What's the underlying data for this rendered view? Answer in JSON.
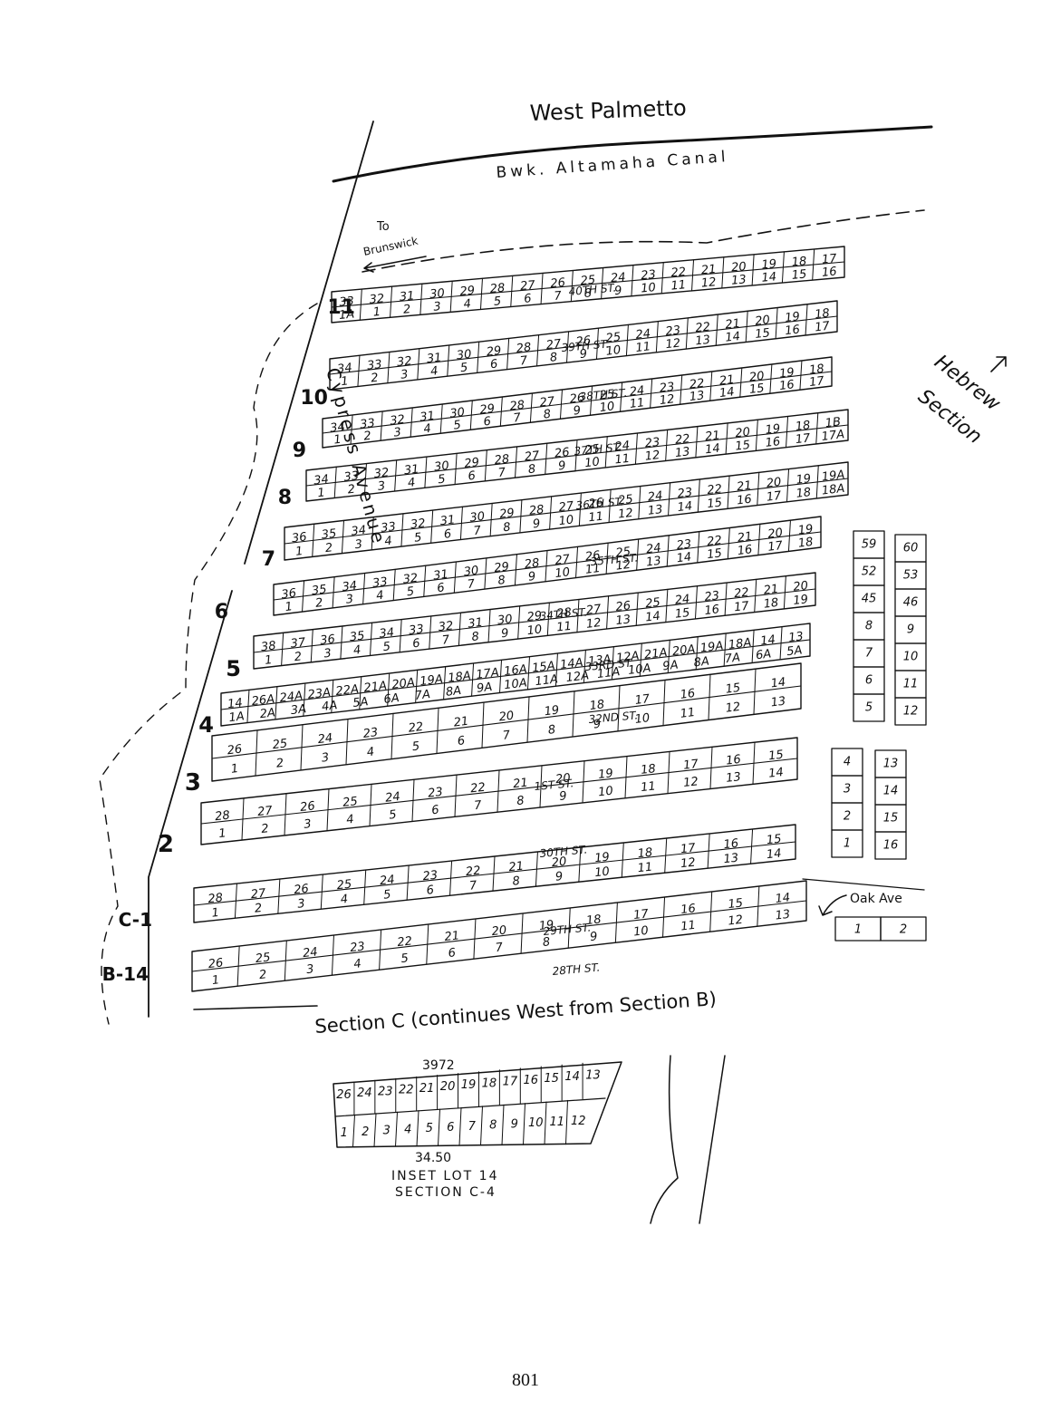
{
  "labels": {
    "top_road": "West Palmetto",
    "canal": "Bwk. Altamaha Canal",
    "to_brunswick": "To",
    "brunswick": "Brunswick",
    "hebrew_line1": "Hebrew",
    "hebrew_line2": "Section",
    "avenue": "Cypress Avenue",
    "oak_ave": "Oak Ave",
    "section_caption": "Section C (continues West from Section B)",
    "inset_top_number": "3972",
    "inset_bottom_number": "34.50",
    "inset_line1": "INSET LOT 14",
    "inset_line2": "SECTION C-4",
    "page_number": "801"
  },
  "streets": [
    {
      "id": "40th",
      "label": "40TH ST."
    },
    {
      "id": "39th",
      "label": "39TH ST."
    },
    {
      "id": "38th",
      "label": "38TH ST."
    },
    {
      "id": "37th",
      "label": "37TH ST."
    },
    {
      "id": "36th",
      "label": "36TH ST."
    },
    {
      "id": "35th",
      "label": "35TH ST."
    },
    {
      "id": "34th",
      "label": "34TH ST."
    },
    {
      "id": "33rd",
      "label": "33RD ST."
    },
    {
      "id": "32nd",
      "label": "32ND ST."
    },
    {
      "id": "31st",
      "label": "1ST ST."
    },
    {
      "id": "30th",
      "label": "30TH ST."
    },
    {
      "id": "29th",
      "label": "29TH ST."
    },
    {
      "id": "28th",
      "label": "28TH ST."
    }
  ],
  "rows": [
    {
      "label": "11",
      "section": "C-11",
      "top": [
        "33",
        "32",
        "31",
        "30",
        "29",
        "28",
        "27",
        "26",
        "25",
        "24",
        "23",
        "22",
        "21",
        "20",
        "19",
        "18",
        "17"
      ],
      "bottom": [
        "1A",
        "1",
        "2",
        "3",
        "4",
        "5",
        "6",
        "7",
        "8",
        "9",
        "10",
        "11",
        "12",
        "13",
        "14",
        "15",
        "16"
      ]
    },
    {
      "label": "10",
      "section": "C-10",
      "top": [
        "34",
        "33",
        "32",
        "31",
        "30",
        "29",
        "28",
        "27",
        "26",
        "25",
        "24",
        "23",
        "22",
        "21",
        "20",
        "19",
        "18"
      ],
      "bottom": [
        "1",
        "2",
        "3",
        "4",
        "5",
        "6",
        "7",
        "8",
        "9",
        "10",
        "11",
        "12",
        "13",
        "14",
        "15",
        "16",
        "17"
      ]
    },
    {
      "label": "9",
      "section": "C-9",
      "top": [
        "34",
        "33",
        "32",
        "31",
        "30",
        "29",
        "28",
        "27",
        "26",
        "25",
        "24",
        "23",
        "22",
        "21",
        "20",
        "19",
        "18"
      ],
      "bottom": [
        "1",
        "2",
        "3",
        "4",
        "5",
        "6",
        "7",
        "8",
        "9",
        "10",
        "11",
        "12",
        "13",
        "14",
        "15",
        "16",
        "17"
      ]
    },
    {
      "label": "8",
      "section": "C-8",
      "top": [
        "34",
        "33",
        "32",
        "31",
        "30",
        "29",
        "28",
        "27",
        "26",
        "25",
        "24",
        "23",
        "22",
        "21",
        "20",
        "19",
        "18",
        "1B"
      ],
      "bottom": [
        "1",
        "2",
        "3",
        "4",
        "5",
        "6",
        "7",
        "8",
        "9",
        "10",
        "11",
        "12",
        "13",
        "14",
        "15",
        "16",
        "17",
        "17A"
      ]
    },
    {
      "label": "7",
      "section": "C-7",
      "top": [
        "36",
        "35",
        "34",
        "33",
        "32",
        "31",
        "30",
        "29",
        "28",
        "27",
        "26",
        "25",
        "24",
        "23",
        "22",
        "21",
        "20",
        "19",
        "19A"
      ],
      "bottom": [
        "1",
        "2",
        "3",
        "4",
        "5",
        "6",
        "7",
        "8",
        "9",
        "10",
        "11",
        "12",
        "13",
        "14",
        "15",
        "16",
        "17",
        "18",
        "18A"
      ]
    },
    {
      "label": "6",
      "section": "C-6",
      "top": [
        "36",
        "35",
        "34",
        "33",
        "32",
        "31",
        "30",
        "29",
        "28",
        "27",
        "26",
        "25",
        "24",
        "23",
        "22",
        "21",
        "20",
        "19"
      ],
      "bottom": [
        "1",
        "2",
        "3",
        "4",
        "5",
        "6",
        "7",
        "8",
        "9",
        "10",
        "11",
        "12",
        "13",
        "14",
        "15",
        "16",
        "17",
        "18"
      ]
    },
    {
      "label": "5",
      "section": "C-5",
      "top": [
        "38",
        "37",
        "36",
        "35",
        "34",
        "33",
        "32",
        "31",
        "30",
        "29",
        "28",
        "27",
        "26",
        "25",
        "24",
        "23",
        "22",
        "21",
        "20"
      ],
      "bottom": [
        "1",
        "2",
        "3",
        "4",
        "5",
        "6",
        "7",
        "8",
        "9",
        "10",
        "11",
        "12",
        "13",
        "14",
        "15",
        "16",
        "17",
        "18",
        "19"
      ]
    },
    {
      "label": "4",
      "section": "C-4",
      "top": [
        "14",
        "26A",
        "24A",
        "23A",
        "22A",
        "21A",
        "20A",
        "19A",
        "18A",
        "17A",
        "16A",
        "15A",
        "14A",
        "13A",
        "12A",
        "21A",
        "20A",
        "19A",
        "18A",
        "14",
        "13"
      ],
      "bottom": [
        "1A",
        "2A",
        "3A",
        "4A",
        "5A",
        "6A",
        "7A",
        "8A",
        "9A",
        "10A",
        "11A",
        "12A",
        "11A",
        "10A",
        "9A",
        "8A",
        "7A",
        "6A",
        "5A"
      ]
    },
    {
      "label": "3",
      "section": "C-3",
      "top": [
        "26",
        "25",
        "24",
        "23",
        "22",
        "21",
        "20",
        "19",
        "18",
        "17",
        "16",
        "15",
        "14"
      ],
      "bottom": [
        "1",
        "2",
        "3",
        "4",
        "5",
        "6",
        "7",
        "8",
        "9",
        "10",
        "11",
        "12",
        "13"
      ]
    },
    {
      "label": "2",
      "section": "C-2",
      "top": [
        "28",
        "27",
        "26",
        "25",
        "24",
        "23",
        "22",
        "21",
        "20",
        "19",
        "18",
        "17",
        "16",
        "15"
      ],
      "bottom": [
        "1",
        "2",
        "3",
        "4",
        "5",
        "6",
        "7",
        "8",
        "9",
        "10",
        "11",
        "12",
        "13",
        "14"
      ]
    },
    {
      "label": "C-1",
      "section": "C-1",
      "top": [
        "28",
        "27",
        "26",
        "25",
        "24",
        "23",
        "22",
        "21",
        "20",
        "19",
        "18",
        "17",
        "16",
        "15"
      ],
      "bottom": [
        "1",
        "2",
        "3",
        "4",
        "5",
        "6",
        "7",
        "8",
        "9",
        "10",
        "11",
        "12",
        "13",
        "14"
      ]
    },
    {
      "label": "B-14",
      "section": "B-14",
      "top": [
        "26",
        "25",
        "24",
        "23",
        "22",
        "21",
        "20",
        "19",
        "18",
        "17",
        "16",
        "15",
        "14"
      ],
      "bottom": [
        "1",
        "2",
        "3",
        "4",
        "5",
        "6",
        "7",
        "8",
        "9",
        "10",
        "11",
        "12",
        "13"
      ]
    }
  ],
  "right_column_a": [
    "59",
    "52",
    "45",
    "8",
    "7",
    "6",
    "5"
  ],
  "right_column_b": [
    "60",
    "53",
    "46",
    "9",
    "10",
    "11",
    "12"
  ],
  "right_lower_a": [
    "4",
    "3",
    "2",
    "1"
  ],
  "right_lower_b": [
    "13",
    "14",
    "15",
    "16"
  ],
  "oak_lots": [
    "1",
    "2"
  ],
  "inset_top": [
    "26",
    "24",
    "23",
    "22",
    "21",
    "20",
    "19",
    "18",
    "17",
    "16",
    "15",
    "14",
    "13"
  ],
  "inset_bottom": [
    "1",
    "2",
    "3",
    "4",
    "5",
    "6",
    "7",
    "8",
    "9",
    "10",
    "11",
    "12"
  ]
}
